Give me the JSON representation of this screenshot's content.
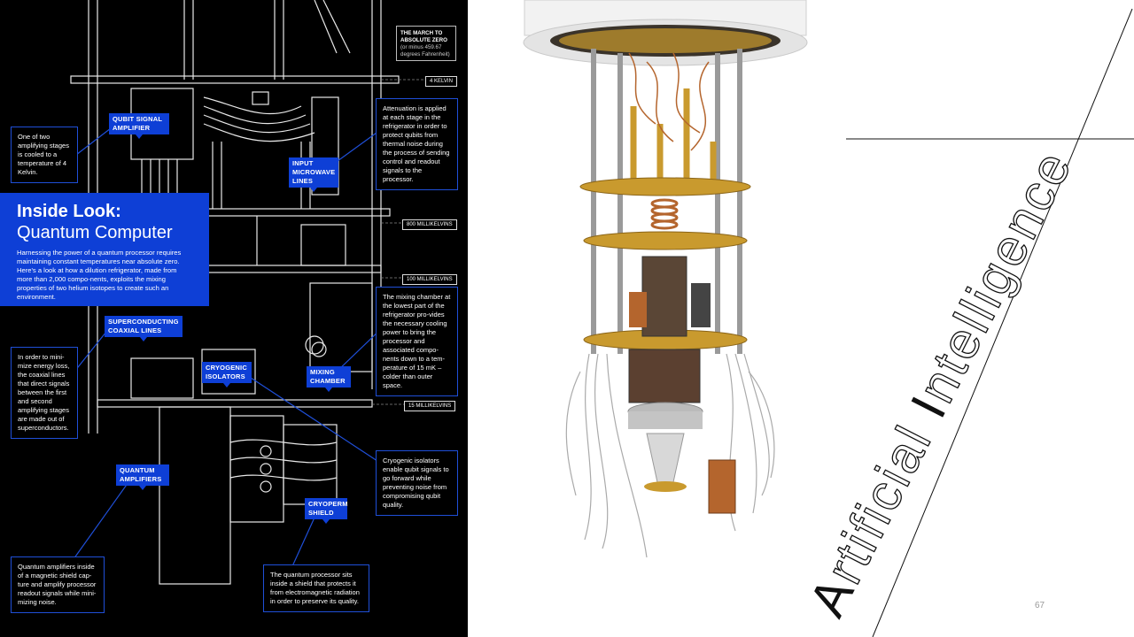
{
  "infographic": {
    "title_bold": "Inside Look:",
    "title_light": "Quantum Computer",
    "intro": "Harnessing the power of a quantum processor requires maintaining constant temperatures near absolute zero.  Here's a look at how a dilution refrigerator, made from more than 2,000 compo-nents, exploits the mixing properties of two helium isotopes to create such an environment.",
    "march_title": "THE MARCH TO ABSOLUTE ZERO",
    "march_sub": "(or minus 459.67 degrees Fahrenheit)",
    "temps": [
      "4 KELVIN",
      "800 MILLIKELVINS",
      "100 MILLIKELVINS",
      "15 MILLIKELVINS"
    ],
    "labels": {
      "qubit_signal_amplifier": "QUBIT SIGNAL AMPLIFIER",
      "input_microwave_lines": "INPUT MICROWAVE LINES",
      "superconducting_coaxial_lines": "SUPERCONDUCTING COAXIAL LINES",
      "cryogenic_isolators": "CRYOGENIC ISOLATORS",
      "mixing_chamber": "MIXING CHAMBER",
      "quantum_amplifiers": "QUANTUM AMPLIFIERS",
      "cryoperm_shield": "CRYOPERM SHIELD"
    },
    "notes": {
      "amplifier_note": "One of two amplifying stages is cooled to a temperature of 4 Kelvin.",
      "attenuation_note": "Attenuation is applied at each stage in the refrigerator in order to protect qubits from thermal noise during the process of sending control and readout signals to the processor.",
      "coaxial_note": "In order to mini-mize energy loss, the coaxial lines that direct signals between the first and second amplifying stages are made out of superconductors.",
      "mixing_note": "The mixing chamber at the lowest part of the refrigerator pro-vides the necessary cooling power to bring the processor and associated compo-nents down to a tem-perature of 15 mK – colder than outer space.",
      "isolators_note": "Cryogenic isolators enable qubit signals to go forward while preventing noise from compromising qubit quality.",
      "quantum_amp_note": "Quantum amplifiers inside of a magnetic shield cap-ture and amplify processor readout signals while mini-mizing noise.",
      "shield_note": "The quantum processor sits inside a shield that protects it from electromagnetic radiation in order to preserve its quality."
    }
  },
  "slide": {
    "vertical_title_first": "A",
    "vertical_title_mid": "rtificial ",
    "vertical_title_cap": "I",
    "vertical_title_rest": "ntelligence",
    "page_number": "67"
  },
  "colors": {
    "accent_blue": "#0e3fd6",
    "gold": "#c99a2e",
    "copper": "#b4652d"
  }
}
